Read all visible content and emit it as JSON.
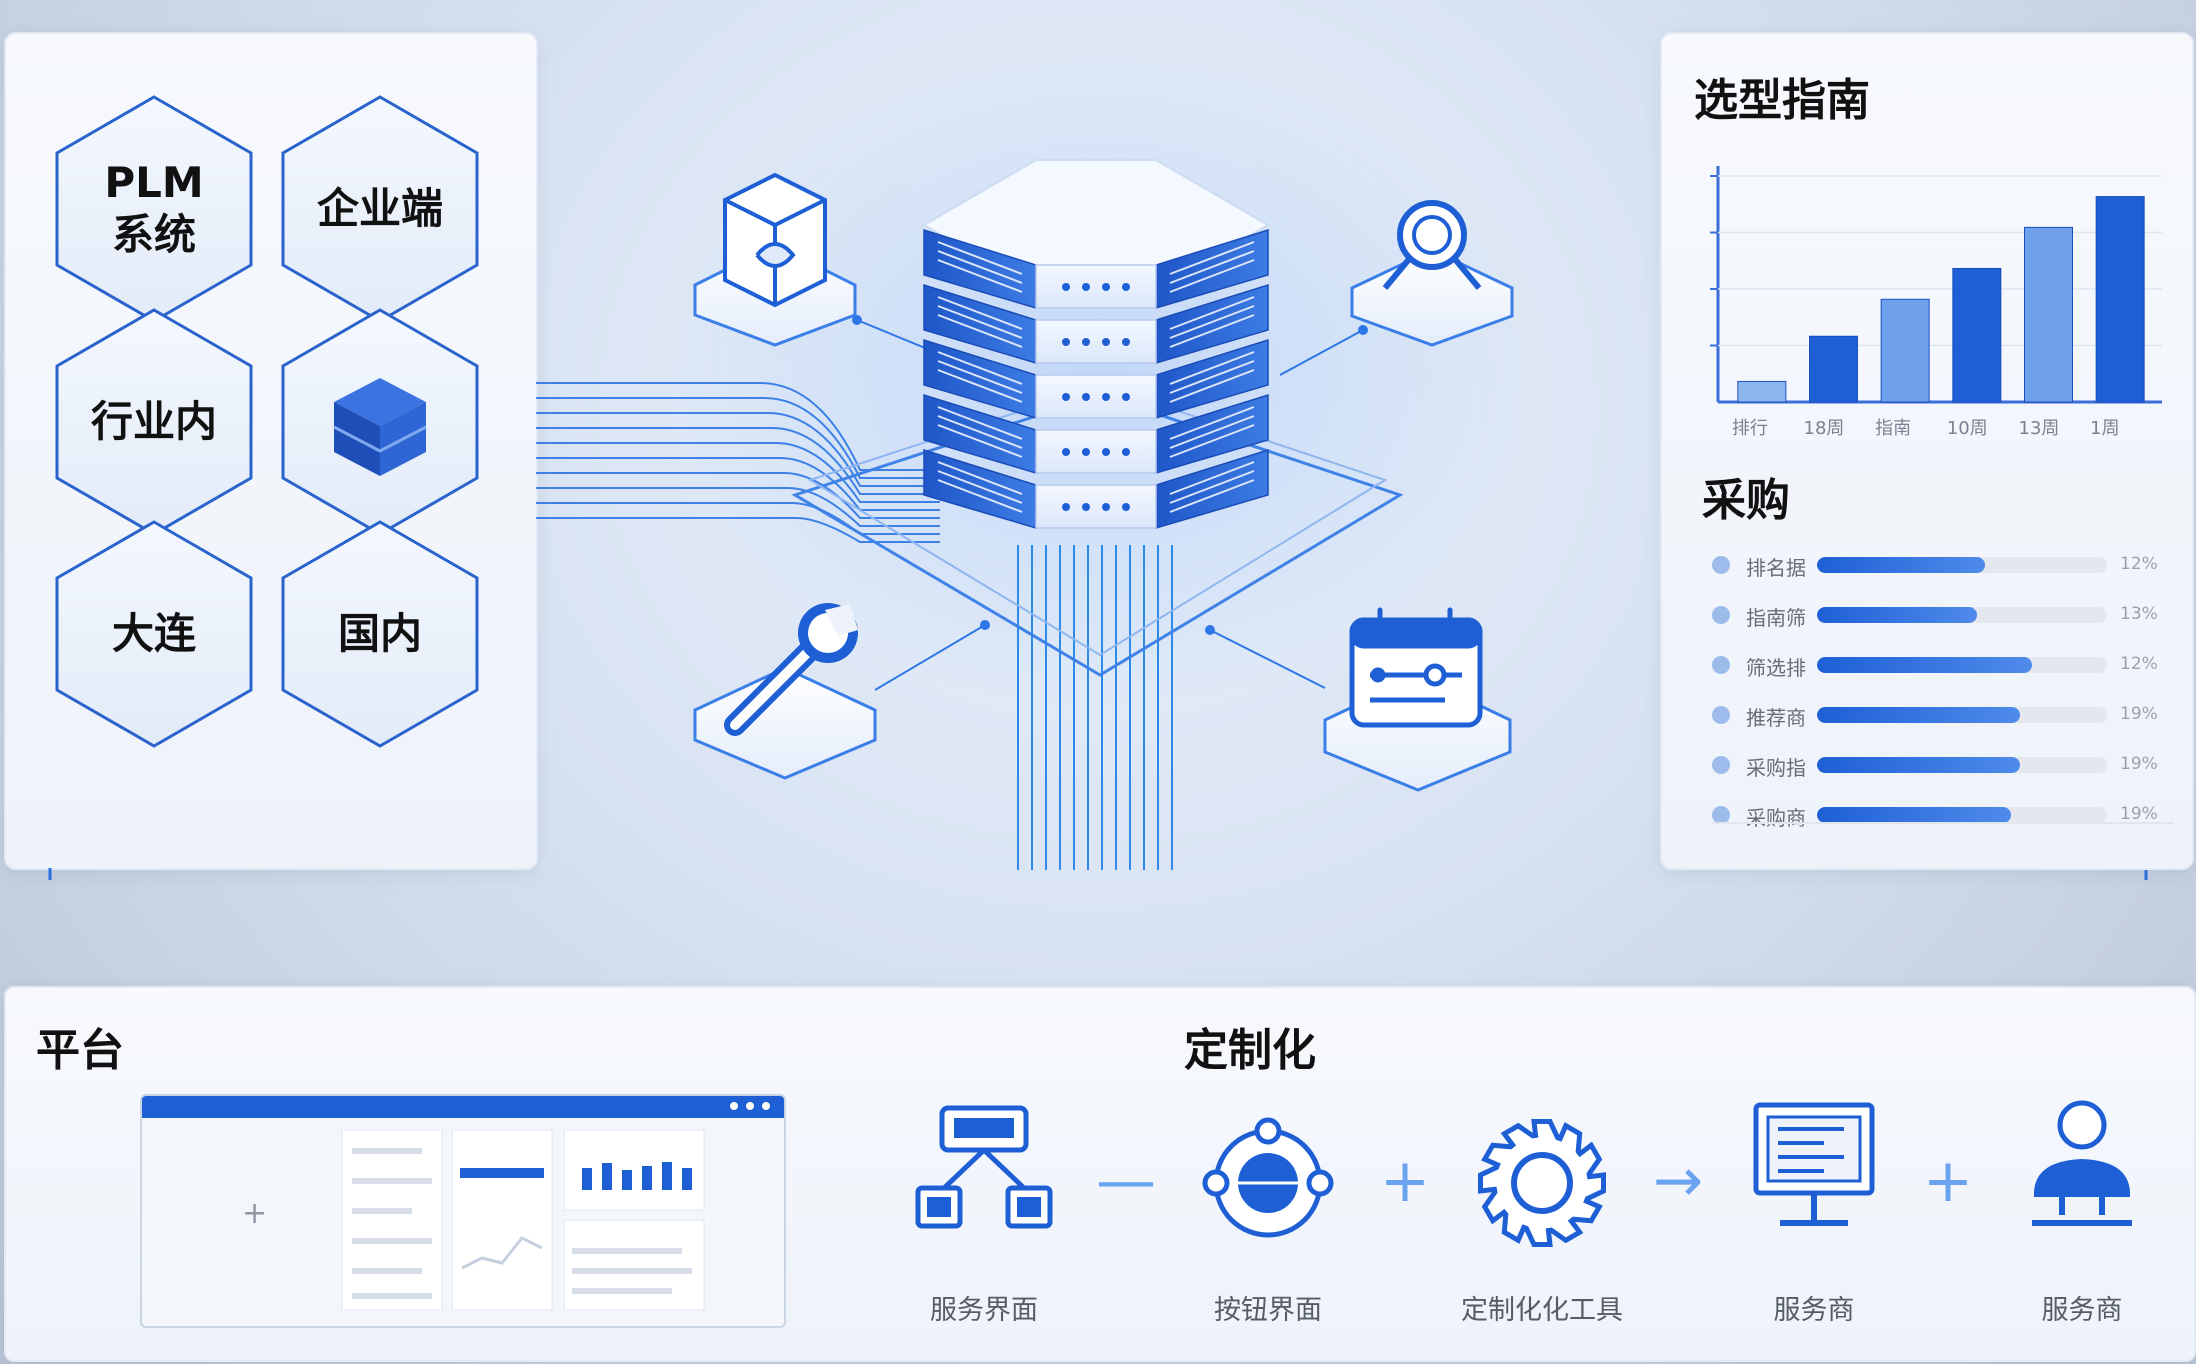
{
  "hexagons": [
    {
      "label": "PLM\n系统",
      "icon": false
    },
    {
      "label": "企业端",
      "icon": false
    },
    {
      "label": "行业内",
      "icon": false
    },
    {
      "label": "",
      "icon": true,
      "icon_name": "cube-icon"
    },
    {
      "label": "大连",
      "icon": false
    },
    {
      "label": "国内",
      "icon": false
    }
  ],
  "selection_guide": {
    "title": "选型指南",
    "chart_data": {
      "type": "bar",
      "categories": [
        "排行",
        "18周",
        "指南",
        "10周",
        "13周",
        "1周"
      ],
      "values": [
        10,
        32,
        50,
        65,
        85,
        100
      ],
      "ylim": [
        0,
        110
      ],
      "colors": [
        "#8cb6ee",
        "#1e5fd6",
        "#6fa2ea",
        "#1e5fd6",
        "#6fa2ea",
        "#1e5fd6"
      ]
    }
  },
  "procurement": {
    "title": "采购",
    "items": [
      {
        "label": "排名据",
        "value": 0.58,
        "pct": "12%"
      },
      {
        "label": "指南筛",
        "value": 0.55,
        "pct": "13%"
      },
      {
        "label": "筛选排",
        "value": 0.74,
        "pct": "12%"
      },
      {
        "label": "推荐商",
        "value": 0.7,
        "pct": "19%"
      },
      {
        "label": "采购指",
        "value": 0.7,
        "pct": "19%"
      },
      {
        "label": "采购商",
        "value": 0.67,
        "pct": "19%"
      }
    ]
  },
  "platform": {
    "title": "平台",
    "plus": "+"
  },
  "customization": {
    "title": "定制化",
    "steps": [
      {
        "label": "服务界面",
        "icon": "workflow-icon"
      },
      {
        "label": "按钮界面",
        "icon": "globe-node-icon"
      },
      {
        "label": "定制化化工具",
        "icon": "gear-icon"
      },
      {
        "label": "服务商",
        "icon": "monitor-icon"
      },
      {
        "label": "服务商",
        "icon": "user-icon"
      }
    ],
    "operators": [
      "—",
      "+",
      "→",
      "+"
    ]
  },
  "colors": {
    "accent": "#1e5fd6",
    "accent_light": "#6fa2ea",
    "track": "#e4e8ee"
  }
}
